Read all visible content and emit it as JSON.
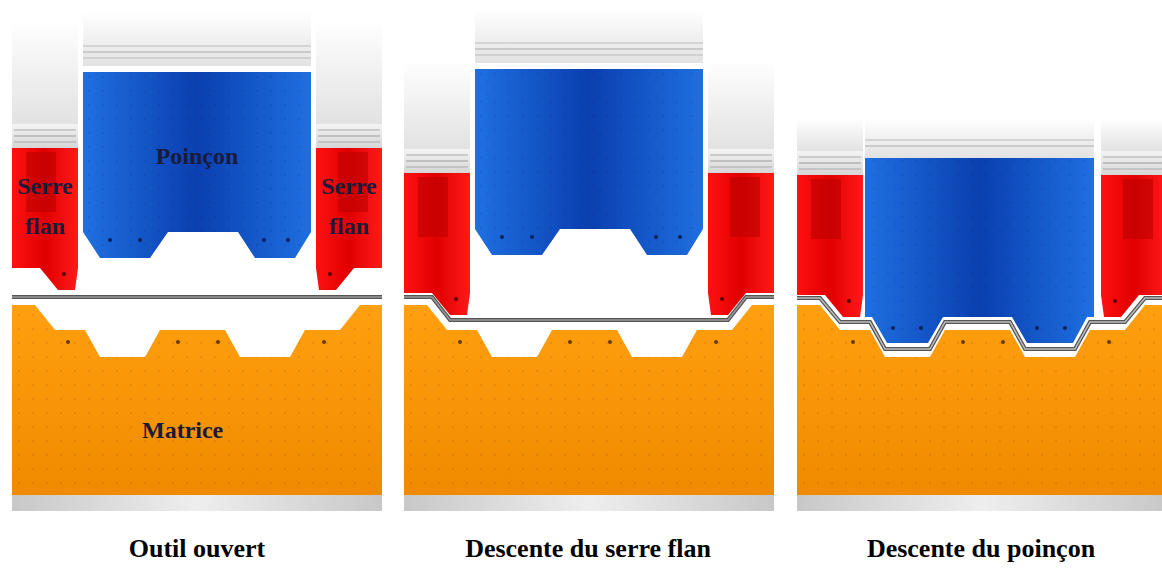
{
  "diagram": {
    "nodes": [
      {
        "text": [
          "Poinçon"
        ]
      },
      {
        "text": [
          "Serre flan"
        ]
      },
      {
        "text": [
          "Serre flan"
        ]
      },
      {
        "text": [
          "Matrice"
        ]
      }
    ],
    "labels": [
      "Outil ouvert",
      "Descente du serre flan",
      "Descente du poinçon"
    ]
  }
}
